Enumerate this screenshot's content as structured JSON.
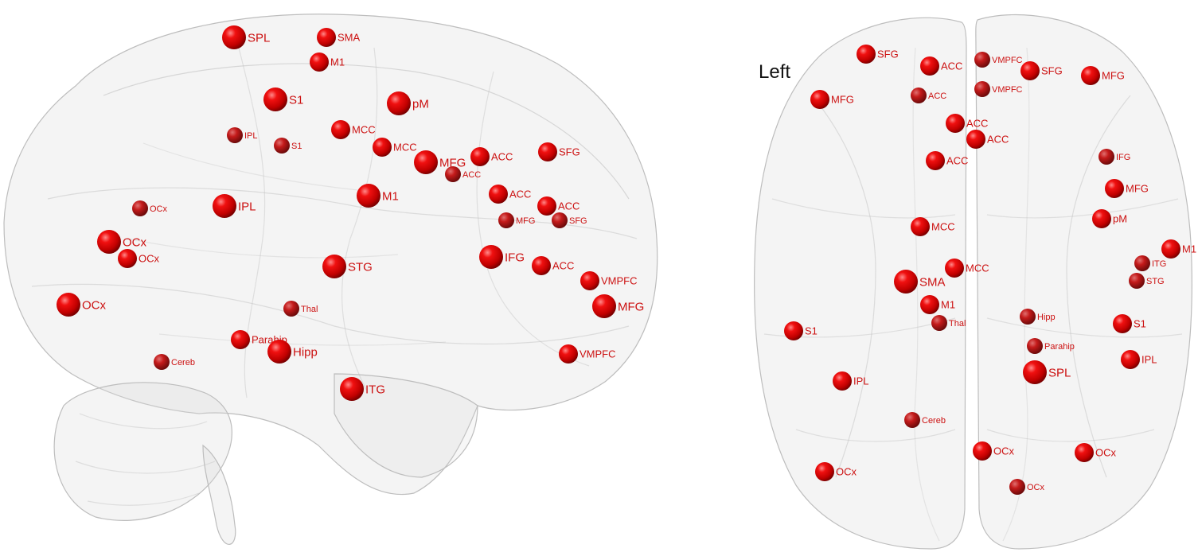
{
  "colors": {
    "node": "#e00000",
    "node_label": "#cc1111",
    "brain": "#d9d9d9",
    "background": "#ffffff"
  },
  "hemisphere_label": "Left",
  "lateral_view": {
    "nodes": [
      {
        "label": "SPL",
        "size": "large"
      },
      {
        "label": "SMA",
        "size": "medium"
      },
      {
        "label": "M1",
        "size": "medium"
      },
      {
        "label": "S1",
        "size": "large"
      },
      {
        "label": "pM",
        "size": "large"
      },
      {
        "label": "IPL",
        "size": "small"
      },
      {
        "label": "S1",
        "size": "small"
      },
      {
        "label": "MCC",
        "size": "medium"
      },
      {
        "label": "MCC",
        "size": "medium"
      },
      {
        "label": "MFG",
        "size": "large"
      },
      {
        "label": "ACC",
        "size": "medium"
      },
      {
        "label": "ACC",
        "size": "small"
      },
      {
        "label": "SFG",
        "size": "medium"
      },
      {
        "label": "OCx",
        "size": "small"
      },
      {
        "label": "IPL",
        "size": "large"
      },
      {
        "label": "M1",
        "size": "large"
      },
      {
        "label": "ACC",
        "size": "medium"
      },
      {
        "label": "ACC",
        "size": "medium"
      },
      {
        "label": "MFG",
        "size": "small"
      },
      {
        "label": "SFG",
        "size": "small"
      },
      {
        "label": "OCx",
        "size": "large"
      },
      {
        "label": "OCx",
        "size": "medium"
      },
      {
        "label": "STG",
        "size": "large"
      },
      {
        "label": "IFG",
        "size": "large"
      },
      {
        "label": "ACC",
        "size": "medium"
      },
      {
        "label": "VMPFC",
        "size": "medium"
      },
      {
        "label": "OCx",
        "size": "large"
      },
      {
        "label": "Thal",
        "size": "small"
      },
      {
        "label": "MFG",
        "size": "large"
      },
      {
        "label": "Parahip",
        "size": "medium"
      },
      {
        "label": "Hipp",
        "size": "large"
      },
      {
        "label": "Cereb",
        "size": "small"
      },
      {
        "label": "VMPFC",
        "size": "medium"
      },
      {
        "label": "ITG",
        "size": "large"
      }
    ]
  },
  "axial_view": {
    "nodes": [
      {
        "label": "SFG",
        "size": "medium"
      },
      {
        "label": "ACC",
        "size": "medium"
      },
      {
        "label": "VMPFC",
        "size": "small"
      },
      {
        "label": "SFG",
        "size": "medium"
      },
      {
        "label": "MFG",
        "size": "medium"
      },
      {
        "label": "MFG",
        "size": "medium"
      },
      {
        "label": "ACC",
        "size": "small"
      },
      {
        "label": "VMPFC",
        "size": "small"
      },
      {
        "label": "ACC",
        "size": "medium"
      },
      {
        "label": "ACC",
        "size": "medium"
      },
      {
        "label": "ACC",
        "size": "medium"
      },
      {
        "label": "IFG",
        "size": "small"
      },
      {
        "label": "MFG",
        "size": "medium"
      },
      {
        "label": "pM",
        "size": "medium"
      },
      {
        "label": "MCC",
        "size": "medium"
      },
      {
        "label": "M1",
        "size": "medium"
      },
      {
        "label": "ITG",
        "size": "small"
      },
      {
        "label": "MCC",
        "size": "medium"
      },
      {
        "label": "SMA",
        "size": "large"
      },
      {
        "label": "STG",
        "size": "small"
      },
      {
        "label": "M1",
        "size": "medium"
      },
      {
        "label": "Thal",
        "size": "small"
      },
      {
        "label": "Hipp",
        "size": "small"
      },
      {
        "label": "S1",
        "size": "medium"
      },
      {
        "label": "S1",
        "size": "medium"
      },
      {
        "label": "Parahip",
        "size": "small"
      },
      {
        "label": "IPL",
        "size": "medium"
      },
      {
        "label": "SPL",
        "size": "large"
      },
      {
        "label": "IPL",
        "size": "medium"
      },
      {
        "label": "Cereb",
        "size": "small"
      },
      {
        "label": "OCx",
        "size": "medium"
      },
      {
        "label": "OCx",
        "size": "medium"
      },
      {
        "label": "OCx",
        "size": "medium"
      },
      {
        "label": "OCx",
        "size": "small"
      }
    ]
  }
}
